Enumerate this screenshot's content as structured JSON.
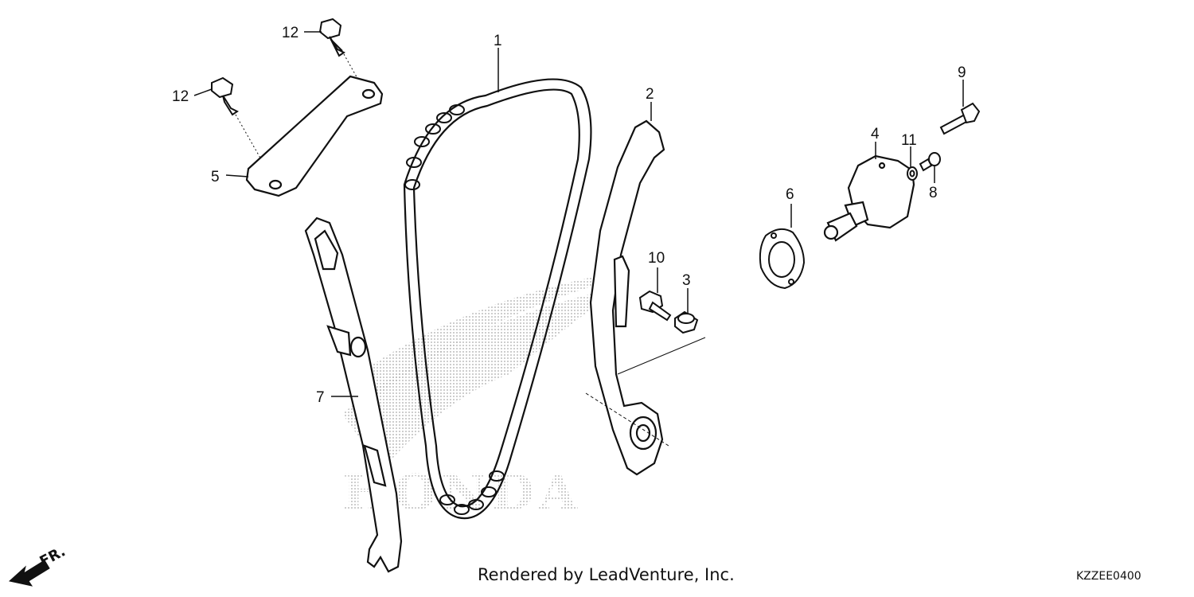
{
  "callouts": {
    "c1": "1",
    "c2": "2",
    "c3": "3",
    "c4": "4",
    "c5": "5",
    "c6": "6",
    "c7": "7",
    "c8": "8",
    "c9": "9",
    "c10": "10",
    "c11": "11",
    "c12a": "12",
    "c12b": "12"
  },
  "watermark": {
    "text": "HONDA"
  },
  "direction_marker": {
    "label": "FR.",
    "icon": "arrow-icon"
  },
  "footer": {
    "credit": "Rendered by LeadVenture, Inc.",
    "diagram_code": "KZZEE0400"
  },
  "colors": {
    "line": "#111111",
    "watermark": "#b8b8b8"
  }
}
